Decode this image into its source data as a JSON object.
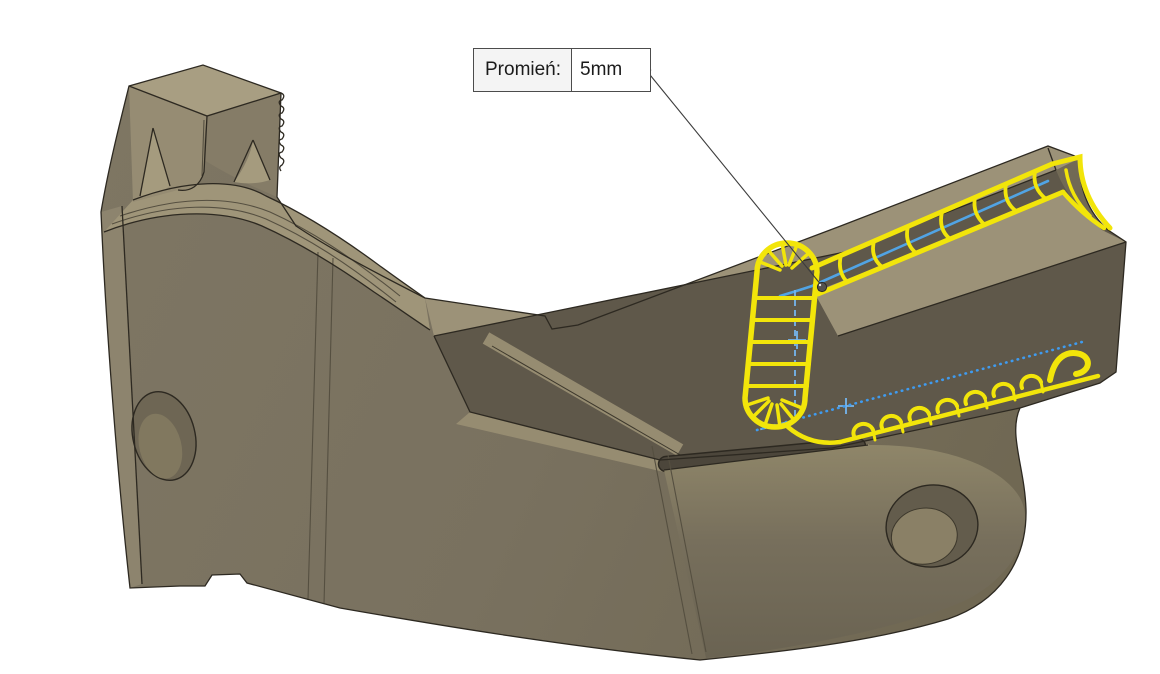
{
  "app": {
    "description": "CAD 3D viewport showing a bracket part with a fillet (radius) preview on a selected edge",
    "background": "#ffffff"
  },
  "callout": {
    "label": "Promień:",
    "value": "5mm"
  },
  "fillet": {
    "radius": "5mm",
    "preview_style": "ladder-band with end caps and scalloped lower edge"
  },
  "icons": [
    {
      "name": "leader-handle-icon",
      "meaning": "draggable callout handle (small circle on callout border)"
    },
    {
      "name": "leader-endpoint-icon",
      "meaning": "attachment dot on the selected model edge"
    }
  ],
  "colors": {
    "bg": "#ffffff",
    "yellow": "#f2e50a",
    "blue": "#51a4e4",
    "constr": "#74b6ef",
    "dotted": "#3f9bef",
    "light": "#9c9278",
    "mid": "#7b7361",
    "dark": "#5f584a",
    "outline": "#2d2921",
    "callout-border": "#4c4c4c",
    "callout-label-bg": "#f4f4f4"
  }
}
